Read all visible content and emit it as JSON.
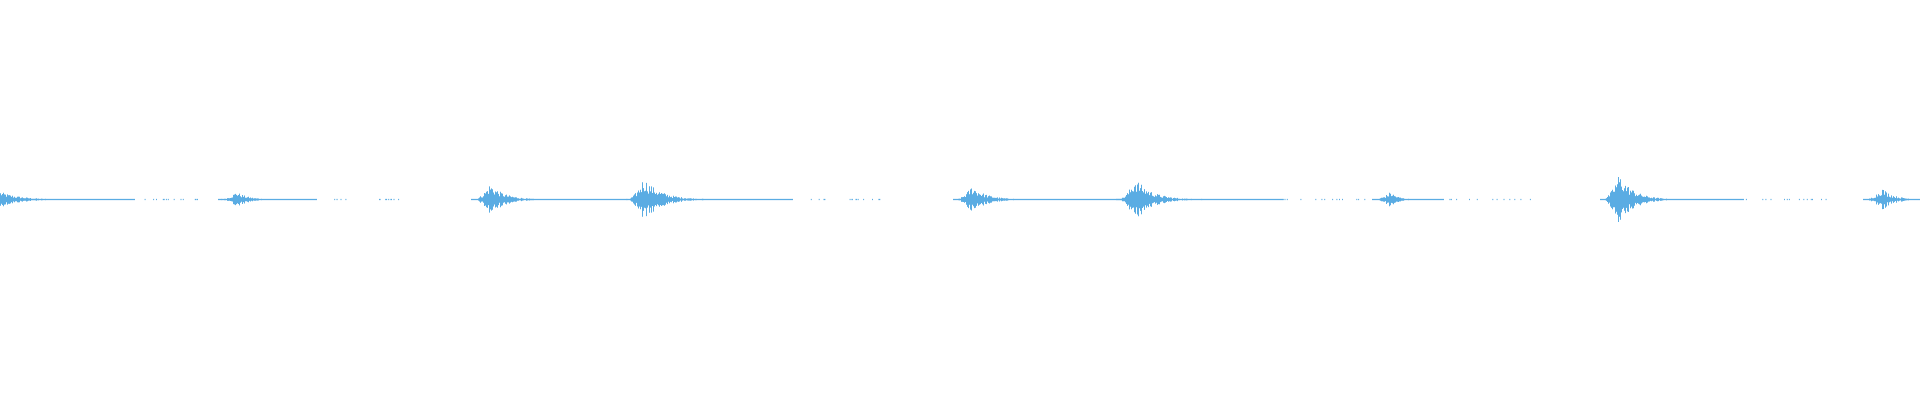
{
  "waveform": {
    "color": "#5aace3",
    "background": "#ffffff",
    "bursts": [
      {
        "t": 0.0,
        "amp": 0.02,
        "decay": 0.02,
        "tail": 0.05
      },
      {
        "t": 0.123,
        "amp": 0.02,
        "decay": 0.012,
        "tail": 0.03
      },
      {
        "t": 0.255,
        "amp": 0.04,
        "decay": 0.015,
        "tail": 0.055
      },
      {
        "t": 0.335,
        "amp": 0.055,
        "decay": 0.018,
        "tail": 0.06
      },
      {
        "t": 0.506,
        "amp": 0.035,
        "decay": 0.015,
        "tail": 0.065
      },
      {
        "t": 0.591,
        "amp": 0.055,
        "decay": 0.017,
        "tail": 0.06
      },
      {
        "t": 0.724,
        "amp": 0.02,
        "decay": 0.008,
        "tail": 0.02
      },
      {
        "t": 0.843,
        "amp": 0.065,
        "decay": 0.015,
        "tail": 0.05
      },
      {
        "t": 0.98,
        "amp": 0.03,
        "decay": 0.012,
        "tail": 0.02
      }
    ]
  }
}
